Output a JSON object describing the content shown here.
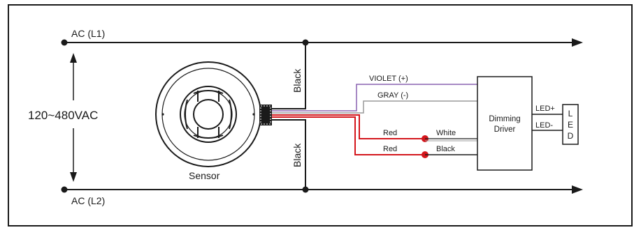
{
  "labels": {
    "ac_l1": "AC  (L1)",
    "ac_l2": "AC  (L2)",
    "voltage": "120~480VAC",
    "sensor": "Sensor",
    "black_top": "Black",
    "black_bottom": "Black",
    "violet": "VIOLET  (+)",
    "gray": "GRAY  (-)",
    "red_1": "Red",
    "red_2": "Red",
    "white": "White",
    "black_right": "Black",
    "driver_line1": "Dimming",
    "driver_line2": "Driver",
    "led_plus": "LED+",
    "led_minus": "LED-",
    "led_box": [
      "L",
      "E",
      "D"
    ]
  },
  "colors": {
    "line": "#1a1a1a",
    "violet": "#8a62b0",
    "gray": "#9a9a9a",
    "red": "#d4161c",
    "frame": "#1a1a1a"
  },
  "icons": {
    "sensor": "occupancy-sensor-icon",
    "junction": "junction-dot"
  }
}
